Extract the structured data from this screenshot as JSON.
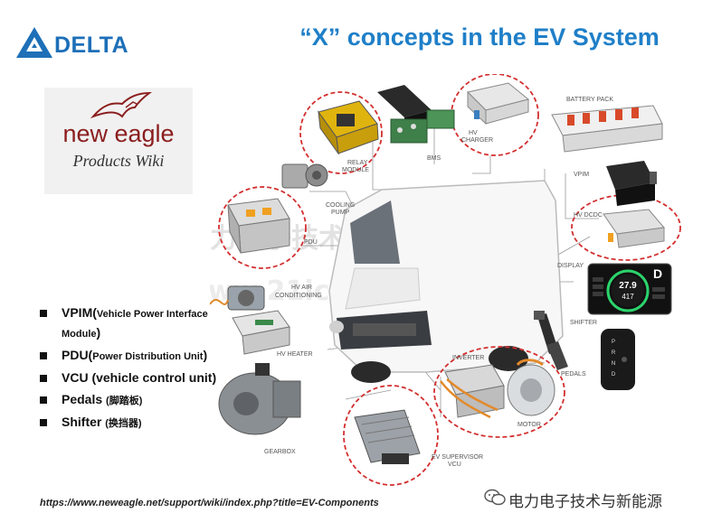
{
  "header": {
    "logo_text": "DELTA",
    "title": "“X” concepts in the EV System"
  },
  "new_eagle": {
    "title": "new eagle",
    "subtitle": "Products Wiki"
  },
  "diagram": {
    "labels": {
      "relay_module": [
        "RELAY",
        "MODULE"
      ],
      "bms": "BMS",
      "hv_charger": [
        "HV",
        "CHARGER"
      ],
      "battery_pack": "BATTERY PACK",
      "vpim": "VPIM",
      "hv_dcdc": "HV DCDC",
      "cooling_pump": [
        "COOLING",
        "PUMP"
      ],
      "pdu": "PDU",
      "display": "DISPLAY",
      "hv_air_conditioning": [
        "HV AIR",
        "CONDITIONING"
      ],
      "shifter": "SHIFTER",
      "hv_heater": "HV HEATER",
      "pedals": "PEDALS",
      "inverter": "INVERTER",
      "motor": "MOTOR",
      "gearbox": "GEARBOX",
      "ev_supervisor_vcu": [
        "EV SUPERVISOR",
        "VCU"
      ]
    },
    "display_screen": {
      "gear": "D",
      "value_top": "27.9",
      "value_bottom": "417"
    },
    "shifter_keys": [
      "P",
      "R",
      "N",
      "D"
    ],
    "watermark_cn": "电力电子技术与新能源",
    "watermark_url": "www.21ic.com"
  },
  "bullets": [
    {
      "main": "VPIM(",
      "sub": "Vehicle Power Interface Module",
      "tail": ")"
    },
    {
      "main": "PDU(",
      "sub": "Power Distribution Unit",
      "tail": ")"
    },
    {
      "main": "VCU (vehicle control unit)",
      "sub": "",
      "tail": ""
    },
    {
      "main": "Pedals ",
      "sub": "(脚踏板)",
      "tail": ""
    },
    {
      "main": "Shifter ",
      "sub": "(换挡器)",
      "tail": ""
    }
  ],
  "footer": {
    "source_url": "https://www.neweagle.net/support/wiki/index.php?title=EV-Components",
    "watermark": "电力电子技术与新能源"
  },
  "colors": {
    "title_blue": "#1f7fc8",
    "logo_blue": "#1d6fb8",
    "circle_red": "#d32f2f",
    "eagle_red": "#8b1e1e",
    "display_green": "#2bd46b"
  }
}
